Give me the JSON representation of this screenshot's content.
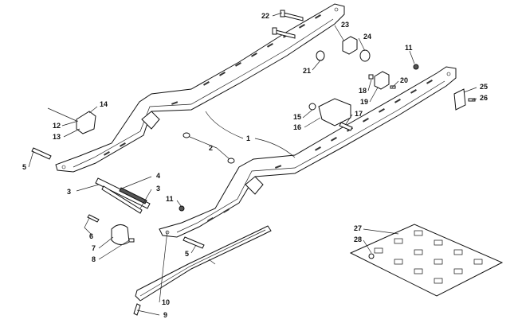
{
  "diagram": {
    "colors": {
      "line": "#111111",
      "fill": "#ffffff",
      "shade": "#555555"
    },
    "callouts": {
      "c1": "1",
      "c2": "2",
      "c3a": "3",
      "c3b": "3",
      "c4": "4",
      "c5a": "5",
      "c5b": "5",
      "c6": "6",
      "c7": "7",
      "c8": "8",
      "c9": "9",
      "c10": "10",
      "c11a": "11",
      "c11b": "11",
      "c12": "12",
      "c13": "13",
      "c14": "14",
      "c15": "15",
      "c16": "16",
      "c17": "17",
      "c18": "18",
      "c19": "19",
      "c20": "20",
      "c21": "21",
      "c22": "22",
      "c23": "23",
      "c24": "24",
      "c25": "25",
      "c26": "26",
      "c27": "27",
      "c28": "28"
    }
  }
}
